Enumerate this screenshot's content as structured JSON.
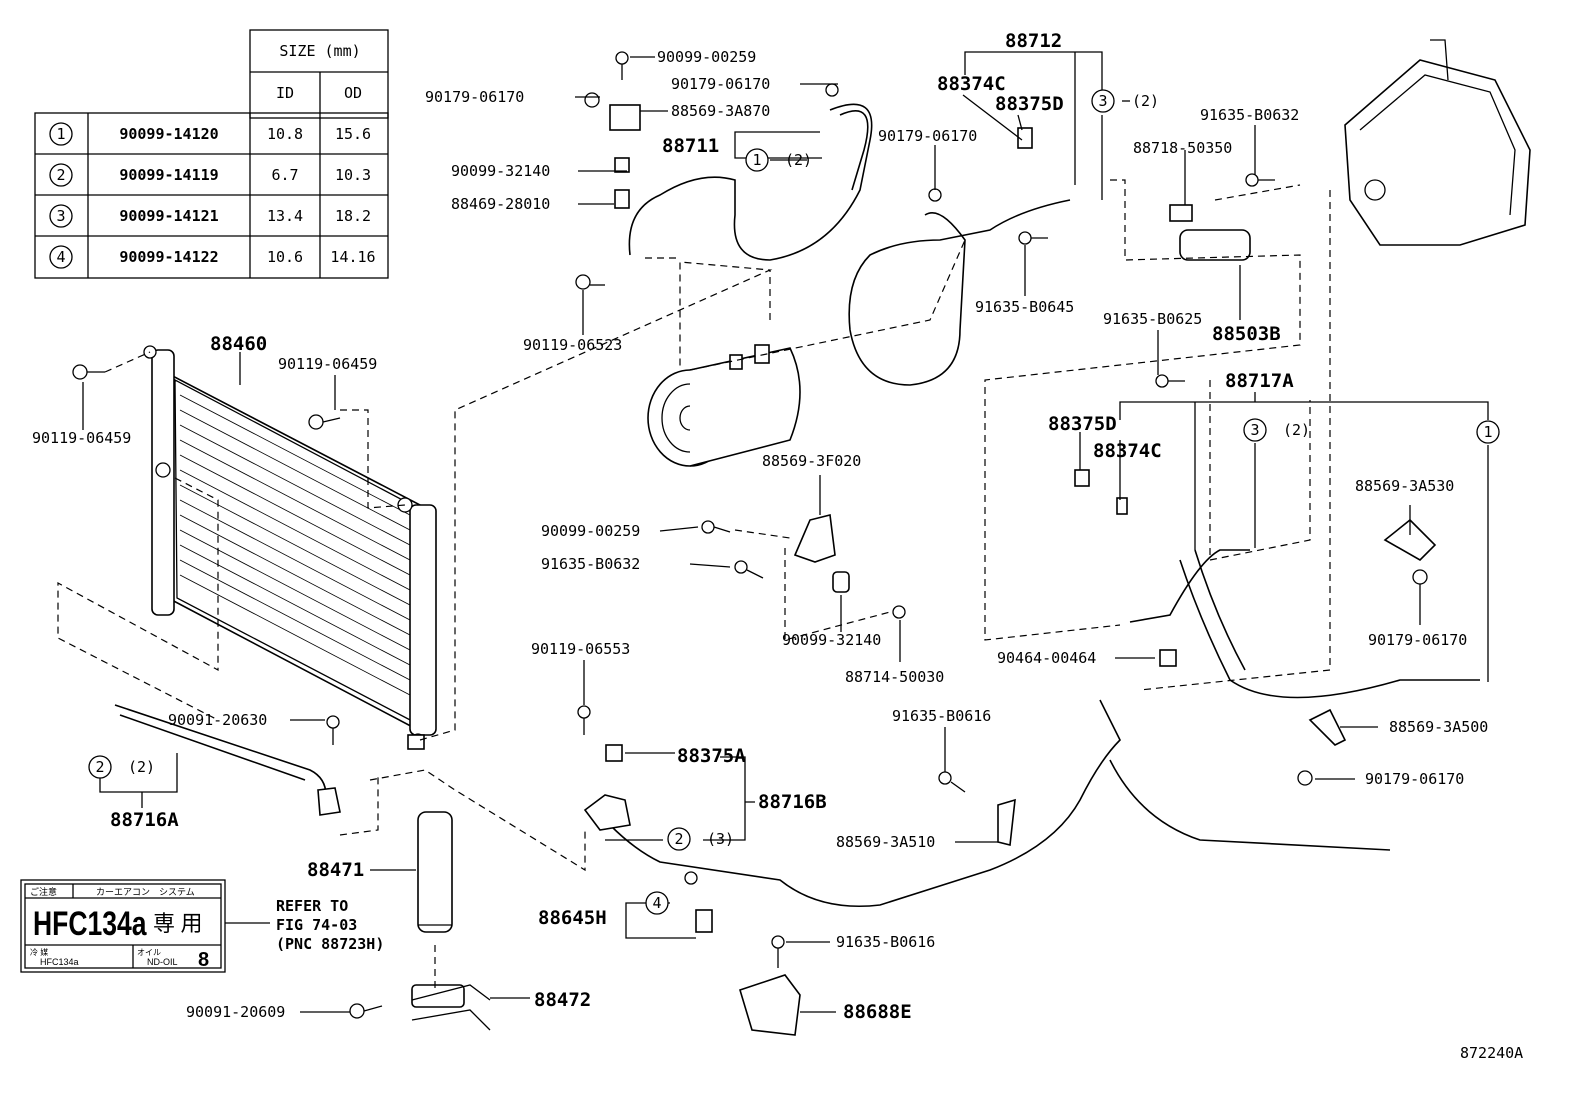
{
  "table": {
    "size_header": "SIZE (mm)",
    "col_id": "ID",
    "col_od": "OD",
    "rows": [
      {
        "num": "1",
        "part": "90099-14120",
        "id": "10.8",
        "od": "15.6"
      },
      {
        "num": "2",
        "part": "90099-14119",
        "id": "6.7",
        "od": "10.3"
      },
      {
        "num": "3",
        "part": "90099-14121",
        "id": "13.4",
        "od": "18.2"
      },
      {
        "num": "4",
        "part": "90099-14122",
        "id": "10.6",
        "od": "14.16"
      }
    ]
  },
  "labels": {
    "p90099_00259_top": "90099-00259",
    "p90179_06170_a": "90179-06170",
    "p90179_06170_b": "90179-06170",
    "p88569_3A870": "88569-3A870",
    "p88711": "88711",
    "p90099_32140_top": "90099-32140",
    "p88469_28010": "88469-28010",
    "p90119_06523": "90119-06523",
    "p88712": "88712",
    "p88374C_top": "88374C",
    "p88375D_top": "88375D",
    "p90179_06170_c": "90179-06170",
    "p91635_B0645": "91635-B0645",
    "p91635_B0632_top": "91635-B0632",
    "p88718_50350": "88718-50350",
    "p88503B": "88503B",
    "p91635_B0625": "91635-B0625",
    "p88717A": "88717A",
    "p88375D_mid": "88375D",
    "p88374C_mid": "88374C",
    "p88569_3A530": "88569-3A530",
    "p90179_06170_d": "90179-06170",
    "p90464_00464": "90464-00464",
    "p88569_3A500": "88569-3A500",
    "p90179_06170_e": "90179-06170",
    "p88460": "88460",
    "p90119_06459_a": "90119-06459",
    "p90119_06459_b": "90119-06459",
    "p88569_3F020": "88569-3F020",
    "p90099_00259_mid": "90099-00259",
    "p91635_B0632_mid": "91635-B0632",
    "p90099_32140_mid": "90099-32140",
    "p88714_50030": "88714-50030",
    "p90091_20630": "90091-20630",
    "p88716A": "88716A",
    "p90119_06553": "90119-06553",
    "p88375A": "88375A",
    "p88716B": "88716B",
    "p91635_B0616_a": "91635-B0616",
    "p88569_3A510": "88569-3A510",
    "p88471": "88471",
    "p88645H": "88645H",
    "p91635_B0616_b": "91635-B0616",
    "p90091_20609": "90091-20609",
    "p88472": "88472",
    "p88688E": "88688E",
    "refer_line1": "REFER TO",
    "refer_line2": "FIG 74-03",
    "refer_line3": "(PNC 88723H)",
    "figure_id": "872240A",
    "qty_2": "(2)",
    "qty_3": "(3)",
    "circ_1": "1",
    "circ_2": "2",
    "circ_3": "3",
    "circ_4": "4"
  },
  "sticker": {
    "caution": "ご注意",
    "aircon": "カーエアコン　システム",
    "refrigerant": "HFC134a",
    "exclusive": "専 用",
    "coolant_label": "冷 媒",
    "coolant_value": "HFC134a",
    "oil_label": "オイル",
    "oil_value": "ND-OIL",
    "oil_number": "8"
  }
}
